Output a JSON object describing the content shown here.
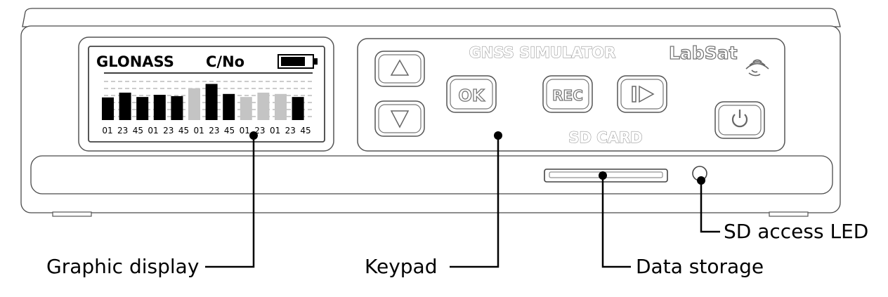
{
  "display": {
    "system": "GLONASS",
    "metric": "C/No",
    "tick_labels": [
      "01",
      "23",
      "45",
      "01",
      "23",
      "45",
      "01",
      "23",
      "45",
      "01",
      "23",
      "01",
      "23",
      "45"
    ],
    "bar_levels": [
      0.52,
      0.63,
      0.53,
      0.58,
      0.55,
      0.73,
      0.83,
      0.6,
      0.53,
      0.63,
      0.6,
      0.53
    ],
    "bar_active": [
      true,
      true,
      true,
      true,
      true,
      false,
      true,
      true,
      false,
      false,
      false,
      true
    ]
  },
  "panel": {
    "title": "GNSS SIMULATOR",
    "brand": "LabSat",
    "ok_label": "OK",
    "rec_label": "REC",
    "sd_label": "SD CARD",
    "icons": {
      "up": "up-arrow-icon",
      "down": "down-arrow-icon",
      "play": "play-icon",
      "power": "power-icon",
      "wireless": "wireless-signal-icon",
      "battery": "battery-icon"
    }
  },
  "callouts": {
    "graphic_display": "Graphic display",
    "keypad": "Keypad",
    "data_storage": "Data storage",
    "sd_led": "SD access LED"
  },
  "colors": {
    "bar_active": "#000000",
    "bar_inactive": "#c4c4c4",
    "outline": "#4a4a4a"
  }
}
